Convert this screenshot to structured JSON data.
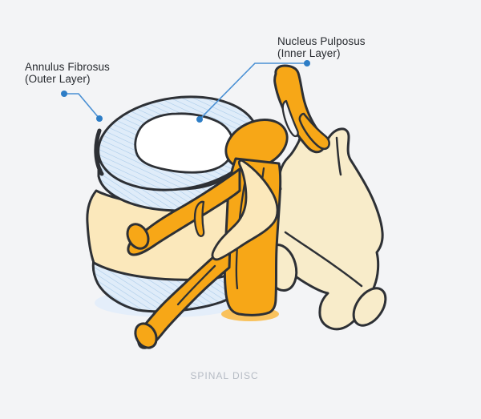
{
  "labels": {
    "annulus": {
      "line1": "Annulus Fibrosus",
      "line2": "(Outer Layer)"
    },
    "nucleus": {
      "line1": "Nucleus Pulposus",
      "line2": "(Inner Layer)"
    }
  },
  "caption": "SPINAL DISC",
  "colors": {
    "background": "#f3f4f6",
    "outline": "#2d3035",
    "annulus_fill": "#dfecf9",
    "hatch_line": "#a7c9e8",
    "halo_blue": "#e4eefa",
    "nucleus_fill": "#ffffff",
    "vertebra_front": "#fbe8bb",
    "vertebra_back": "#f8ecca",
    "nerve_orange": "#f7a717",
    "nerve_glow": "#f9c25d",
    "leader_blue": "#4a90d4",
    "label_text": "#26292e",
    "caption_text": "#b5bbc4"
  },
  "icons": {
    "leader_dot": "filled-circle"
  }
}
